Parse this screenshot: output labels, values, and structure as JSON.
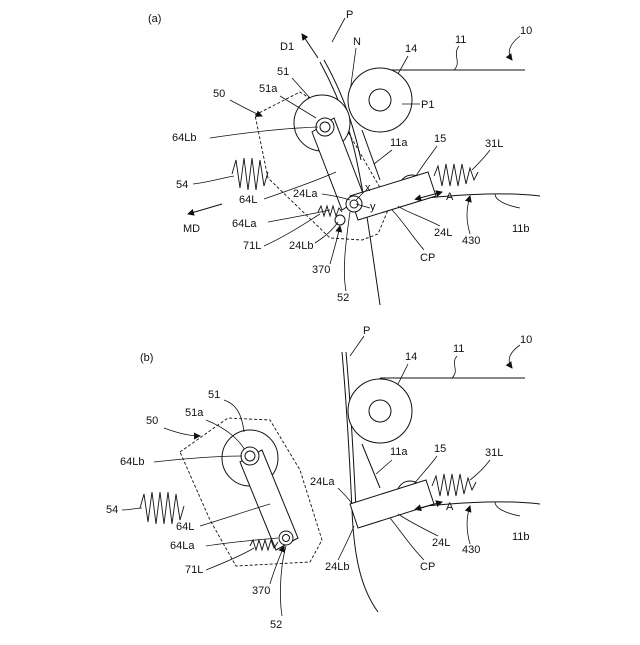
{
  "panel_a": {
    "panel_label": "(a)",
    "labels": {
      "P": "P",
      "D1": "D1",
      "N": "N",
      "n14": "14",
      "n11": "11",
      "n10": "10",
      "n51": "51",
      "n51a": "51a",
      "n50": "50",
      "P1": "P1",
      "n11a": "11a",
      "n15": "15",
      "n31L": "31L",
      "n64Lb": "64Lb",
      "n54": "54",
      "n64L": "64L",
      "n24La": "24La",
      "x": "x",
      "y": "y",
      "A": "A",
      "MD": "MD",
      "n64La": "64La",
      "n11b": "11b",
      "n71L": "71L",
      "n24Lb": "24Lb",
      "n24L": "24L",
      "n430": "430",
      "n370": "370",
      "CP": "CP",
      "n52": "52"
    }
  },
  "panel_b": {
    "panel_label": "(b)",
    "labels": {
      "P": "P",
      "n14": "14",
      "n11": "11",
      "n10": "10",
      "n51": "51",
      "n51a": "51a",
      "n50": "50",
      "n11a": "11a",
      "n15": "15",
      "n31L": "31L",
      "n64Lb": "64Lb",
      "n24La": "24La",
      "n54": "54",
      "A": "A",
      "n11b": "11b",
      "n64L": "64L",
      "n24L": "24L",
      "n64La": "64La",
      "n24Lb": "24Lb",
      "n430": "430",
      "n71L": "71L",
      "n370": "370",
      "CP": "CP",
      "n52": "52"
    }
  }
}
